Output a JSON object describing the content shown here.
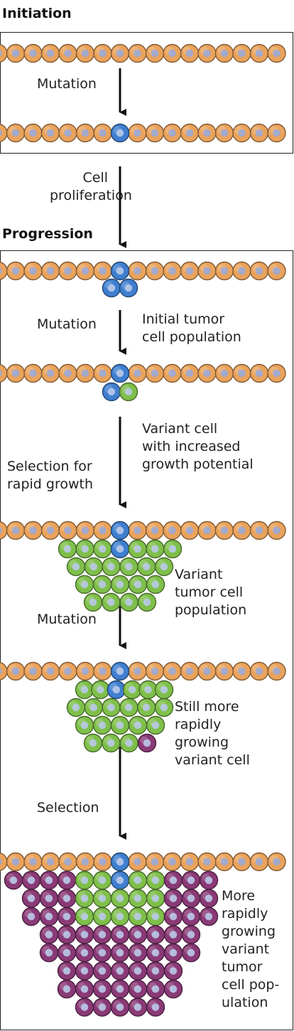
{
  "headings": {
    "initiation": "Initiation",
    "progression": "Progression"
  },
  "labels": {
    "mutation_1": "Mutation",
    "cell_proliferation": "Cell\nproliferation",
    "mutation_2": "Mutation",
    "initial_population": "Initial tumor\ncell population",
    "variant_cell": "Variant cell\nwith increased\ngrowth potential",
    "selection_rapid": "Selection for\nrapid growth",
    "variant_population": "Variant\ntumor cell\npopulation",
    "mutation_3": "Mutation",
    "still_more": "Still more\nrapidly\ngrowing\nvariant cell",
    "selection": "Selection",
    "more_rapidly": "More\nrapidly\ngrowing\nvariant\ntumor\ncell pop-\nulation"
  },
  "colors": {
    "normal_cell": "#eaa35c",
    "normal_nucleus": "#9aaad8",
    "initiated_cell": "#3f7fd0",
    "green_cell": "#7fbf4a",
    "purple_cell": "#8a3a76",
    "nucleus_light": "#b9c9e8",
    "border": "#222222"
  }
}
